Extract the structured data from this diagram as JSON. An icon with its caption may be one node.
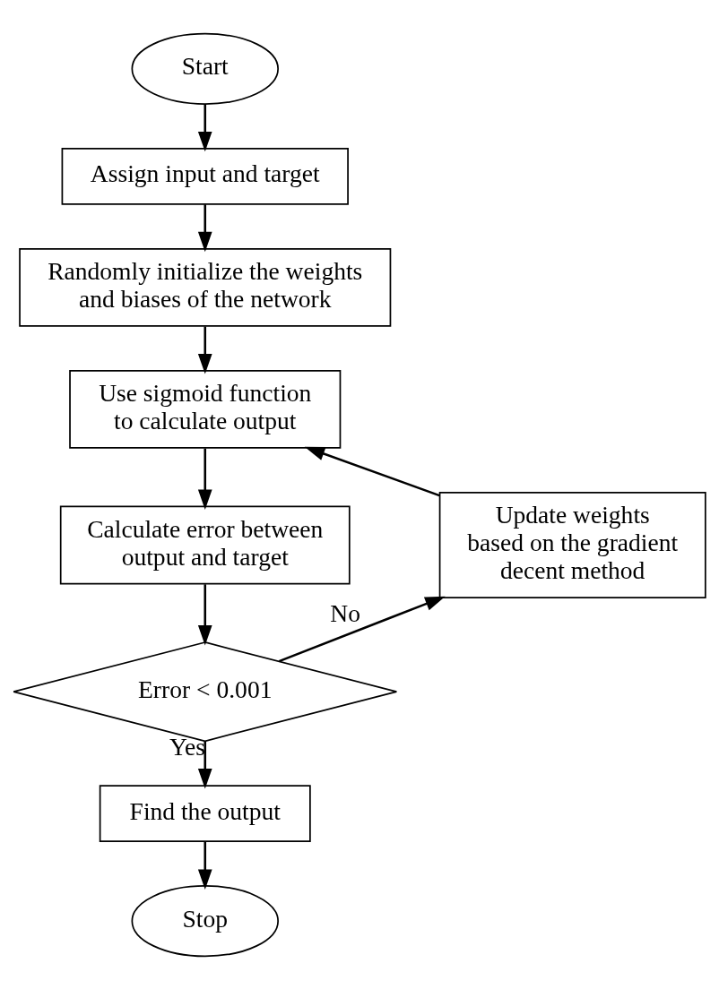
{
  "diagram": {
    "nodes": [
      {
        "text": [
          "Start"
        ]
      },
      {
        "text": [
          "Assign input and target"
        ]
      },
      {
        "text": [
          "Randomly initialize the weights and biases of the network"
        ]
      },
      {
        "text": [
          "Use sigmoid function to calculate output"
        ]
      },
      {
        "text": [
          "Calculate error between output and target"
        ]
      },
      {
        "text": [
          "Error < 0.001"
        ]
      },
      {
        "text": [
          "Update weights based on the gradient decent method"
        ]
      },
      {
        "text": [
          "Find the output"
        ]
      },
      {
        "text": [
          "Stop"
        ]
      }
    ],
    "edges": [
      {
        "from": 0,
        "to": 1,
        "arrow": "to"
      },
      {
        "from": 1,
        "to": 2,
        "arrow": "to"
      },
      {
        "from": 2,
        "to": 3,
        "arrow": "to"
      },
      {
        "from": 3,
        "to": 4,
        "arrow": "to"
      },
      {
        "from": 4,
        "to": 5,
        "arrow": "to"
      },
      {
        "from": 5,
        "to": 6,
        "arrow": "to",
        "label": "No"
      },
      {
        "from": 6,
        "to": 3,
        "arrow": "to"
      },
      {
        "from": 5,
        "to": 7,
        "arrow": "to",
        "label": "Yes"
      },
      {
        "from": 7,
        "to": 8,
        "arrow": "to"
      }
    ]
  }
}
